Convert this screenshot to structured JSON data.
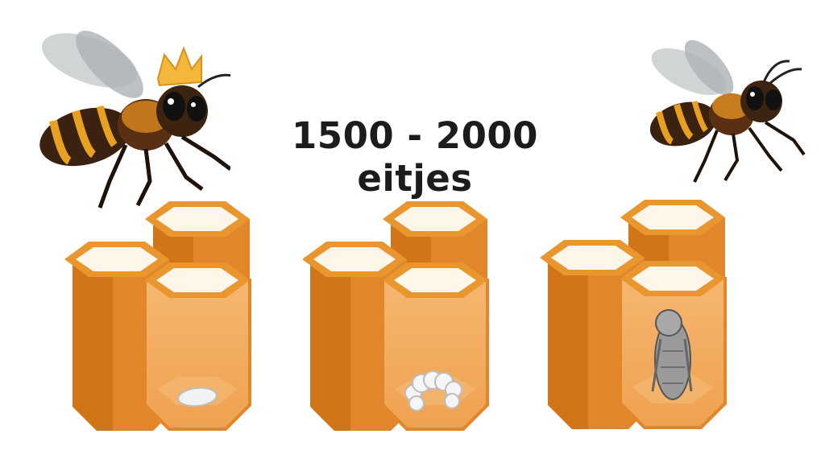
{
  "title": "1500 - 2000 eitjes",
  "colors": {
    "honeycomb_front": "#e2862c",
    "honeycomb_side": "#c96c12",
    "honeycomb_rim": "#fbdcaa",
    "honeycomb_inner": "#fff6ea",
    "bee_body": "#4a2a14",
    "bee_stripe": "#e8a020",
    "bee_fur": "#d98a1f",
    "crown": "#f4b73a",
    "text": "#1c1c1c"
  },
  "illustrations": {
    "queen_bee": {
      "icon": "queen-bee-with-crown"
    },
    "worker_bee": {
      "icon": "worker-bee"
    },
    "stages": [
      {
        "stage": "egg",
        "icon": "egg-icon"
      },
      {
        "stage": "larva",
        "icon": "larva-icon"
      },
      {
        "stage": "pupa",
        "icon": "pupa-icon"
      }
    ]
  }
}
